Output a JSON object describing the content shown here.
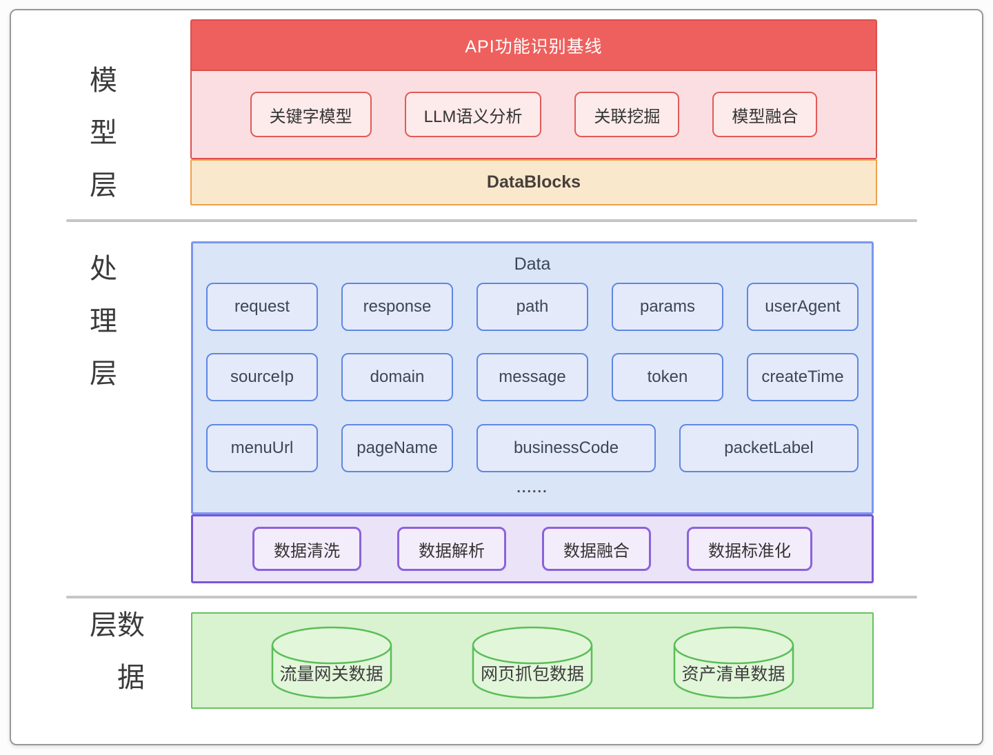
{
  "layers": [
    {
      "label": "模型层"
    },
    {
      "label": "处理层"
    },
    {
      "label": "数据层"
    }
  ],
  "model_layer": {
    "header": "API功能识别基线",
    "models": [
      "关键字模型",
      "LLM语义分析",
      "关联挖掘",
      "模型融合"
    ],
    "datablocks": "DataBlocks"
  },
  "processing_layer": {
    "data_title": "Data",
    "fields_row1": [
      "request",
      "response",
      "path",
      "params",
      "userAgent"
    ],
    "fields_row2": [
      "sourceIp",
      "domain",
      "message",
      "token",
      "createTime"
    ],
    "fields_row3": [
      "menuUrl",
      "pageName",
      "businessCode",
      "packetLabel"
    ],
    "ellipsis": "......",
    "steps": [
      "数据清洗",
      "数据解析",
      "数据融合",
      "数据标准化"
    ]
  },
  "data_layer": {
    "sources": [
      "流量网关数据",
      "网页抓包数据",
      "资产清单数据"
    ]
  },
  "colors": {
    "red_header_bg": "#ee605d",
    "red_border": "#dd4f4c",
    "pink_bg": "#fbdee1",
    "orange_border": "#efa04b",
    "orange_bg": "#fae8cd",
    "blue_border": "#5d87e2",
    "blue_box_bg": "#dbe5f8",
    "purple_border": "#7a55d7",
    "purple_bg": "#ebe3f8",
    "green_border": "#68c15f",
    "green_bg": "#d9f2d0"
  }
}
